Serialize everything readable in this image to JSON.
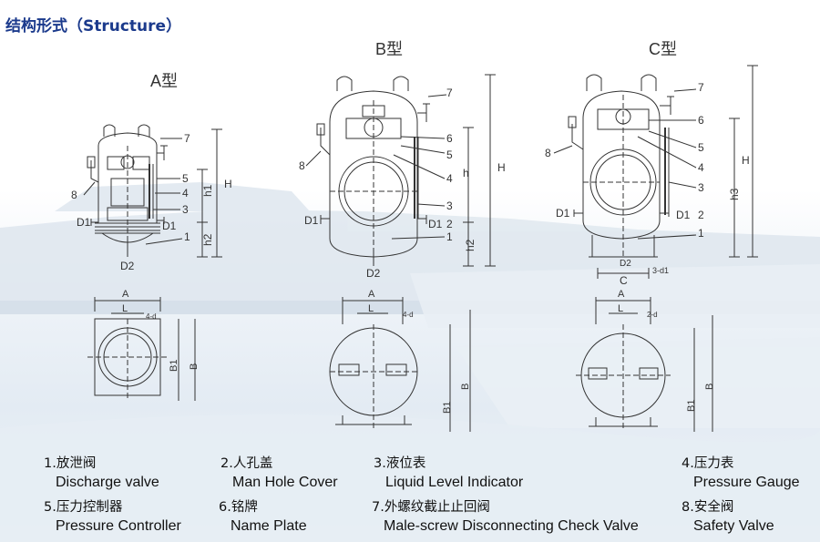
{
  "title": "结构形式（Structure）",
  "variants": [
    {
      "id": "A",
      "label": "A型"
    },
    {
      "id": "B",
      "label": "B型"
    },
    {
      "id": "C",
      "label": "C型"
    }
  ],
  "dims": {
    "H": "H",
    "h": "h",
    "h1": "h1",
    "h2": "h2",
    "h3": "h3",
    "D1": "D1",
    "D2": "D2",
    "A": "A",
    "L": "L",
    "B": "B",
    "B1": "B1",
    "C": "C",
    "four_d": "4-d",
    "two_d": "2-d",
    "three_d1": "3-d1"
  },
  "callouts": [
    "1",
    "2",
    "3",
    "4",
    "5",
    "6",
    "7",
    "8"
  ],
  "legend": [
    {
      "cn": "1.放泄阀",
      "en": "Discharge valve"
    },
    {
      "cn": "2.人孔盖",
      "en": "Man Hole Cover"
    },
    {
      "cn": "3.液位表",
      "en": "Liquid Level Indicator"
    },
    {
      "cn": "4.压力表",
      "en": "Pressure Gauge"
    },
    {
      "cn": "5.压力控制器",
      "en": "Pressure Controller"
    },
    {
      "cn": "6.铭牌",
      "en": "Name Plate"
    },
    {
      "cn": "7.外螺纹截止止回阀",
      "en": "Male-screw Disconnecting Check Valve"
    },
    {
      "cn": "8.安全阀",
      "en": "Safety Valve"
    }
  ],
  "colors": {
    "title": "#1b3a8c",
    "line": "#333333"
  }
}
